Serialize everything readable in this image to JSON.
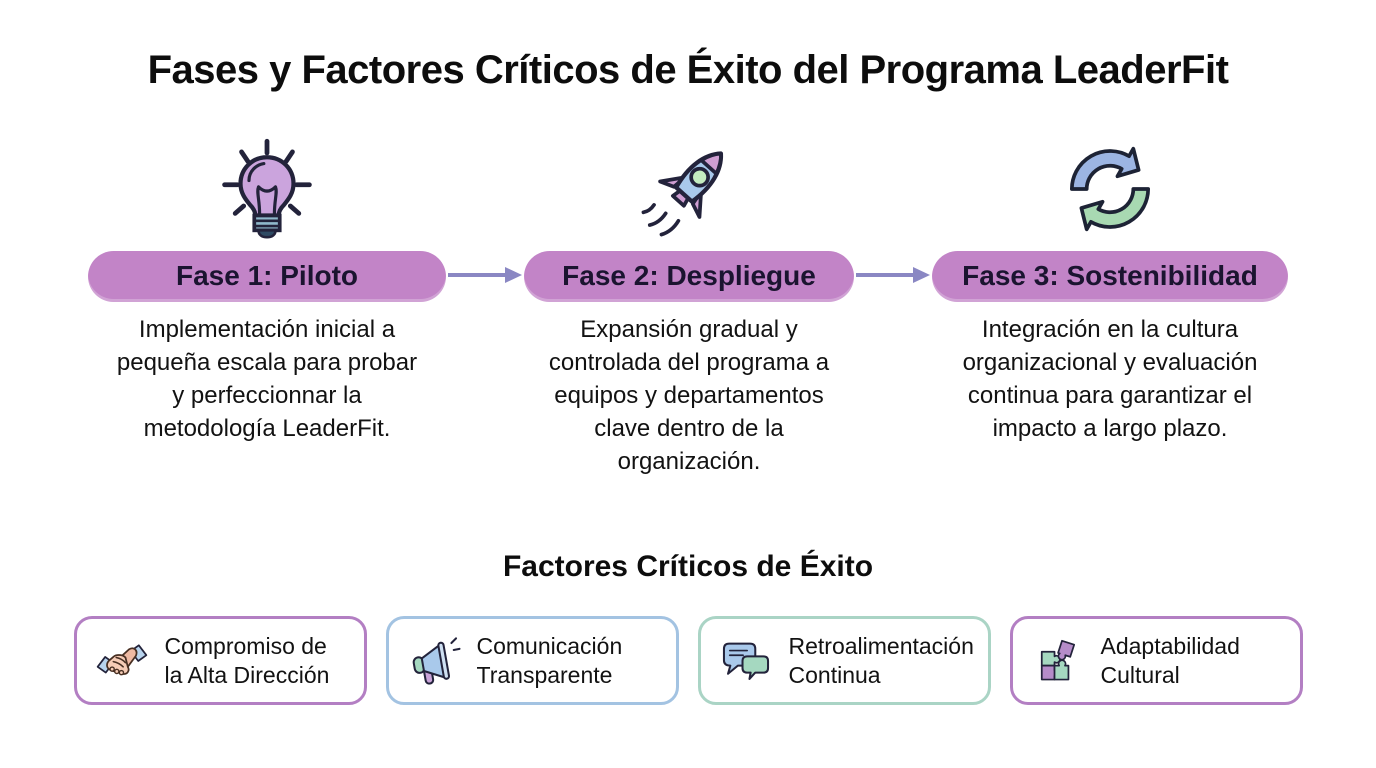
{
  "title": "Fases y Factores Críticos de Éxito del Programa LeaderFit",
  "colors": {
    "phase_pill_bg": "#c284c7",
    "phase_pill_text": "#1b1430",
    "flow_arrow": "#8a87c3",
    "factor_border_purple": "#b37fc3",
    "factor_border_blue": "#a3c3e2",
    "factor_border_green": "#aad4c5"
  },
  "phases": [
    {
      "icon": "lightbulb-icon",
      "header": "Fase 1: Piloto",
      "description": "Implementación inicial a\npequeña escala para probar\ny perfeccionnar la\nmetodología LeaderFit."
    },
    {
      "icon": "rocket-icon",
      "header": "Fase 2: Despliegue",
      "description": "Expansión gradual y\ncontrolada del programa a\nequipos y departamentos\nclave dentro de la\norganización."
    },
    {
      "icon": "cycle-arrows-icon",
      "header": "Fase 3: Sostenibilidad",
      "description": "Integración en la cultura\norganizacional y evaluación\ncontinua para garantizar el\nimpacto a largo plazo."
    }
  ],
  "factors_heading": "Factores Críticos de Éxito",
  "factors": [
    {
      "icon": "handshake-icon",
      "label": "Compromiso de\nla Alta Dirección",
      "border_color": "#b37fc3"
    },
    {
      "icon": "megaphone-icon",
      "label": "Comunicación\nTransparente",
      "border_color": "#a3c3e2"
    },
    {
      "icon": "chat-bubbles-icon",
      "label": "Retroalimentación\nContinua",
      "border_color": "#aad4c5"
    },
    {
      "icon": "puzzle-icon",
      "label": "Adaptabilidad\nCultural",
      "border_color": "#b37fc3"
    }
  ]
}
